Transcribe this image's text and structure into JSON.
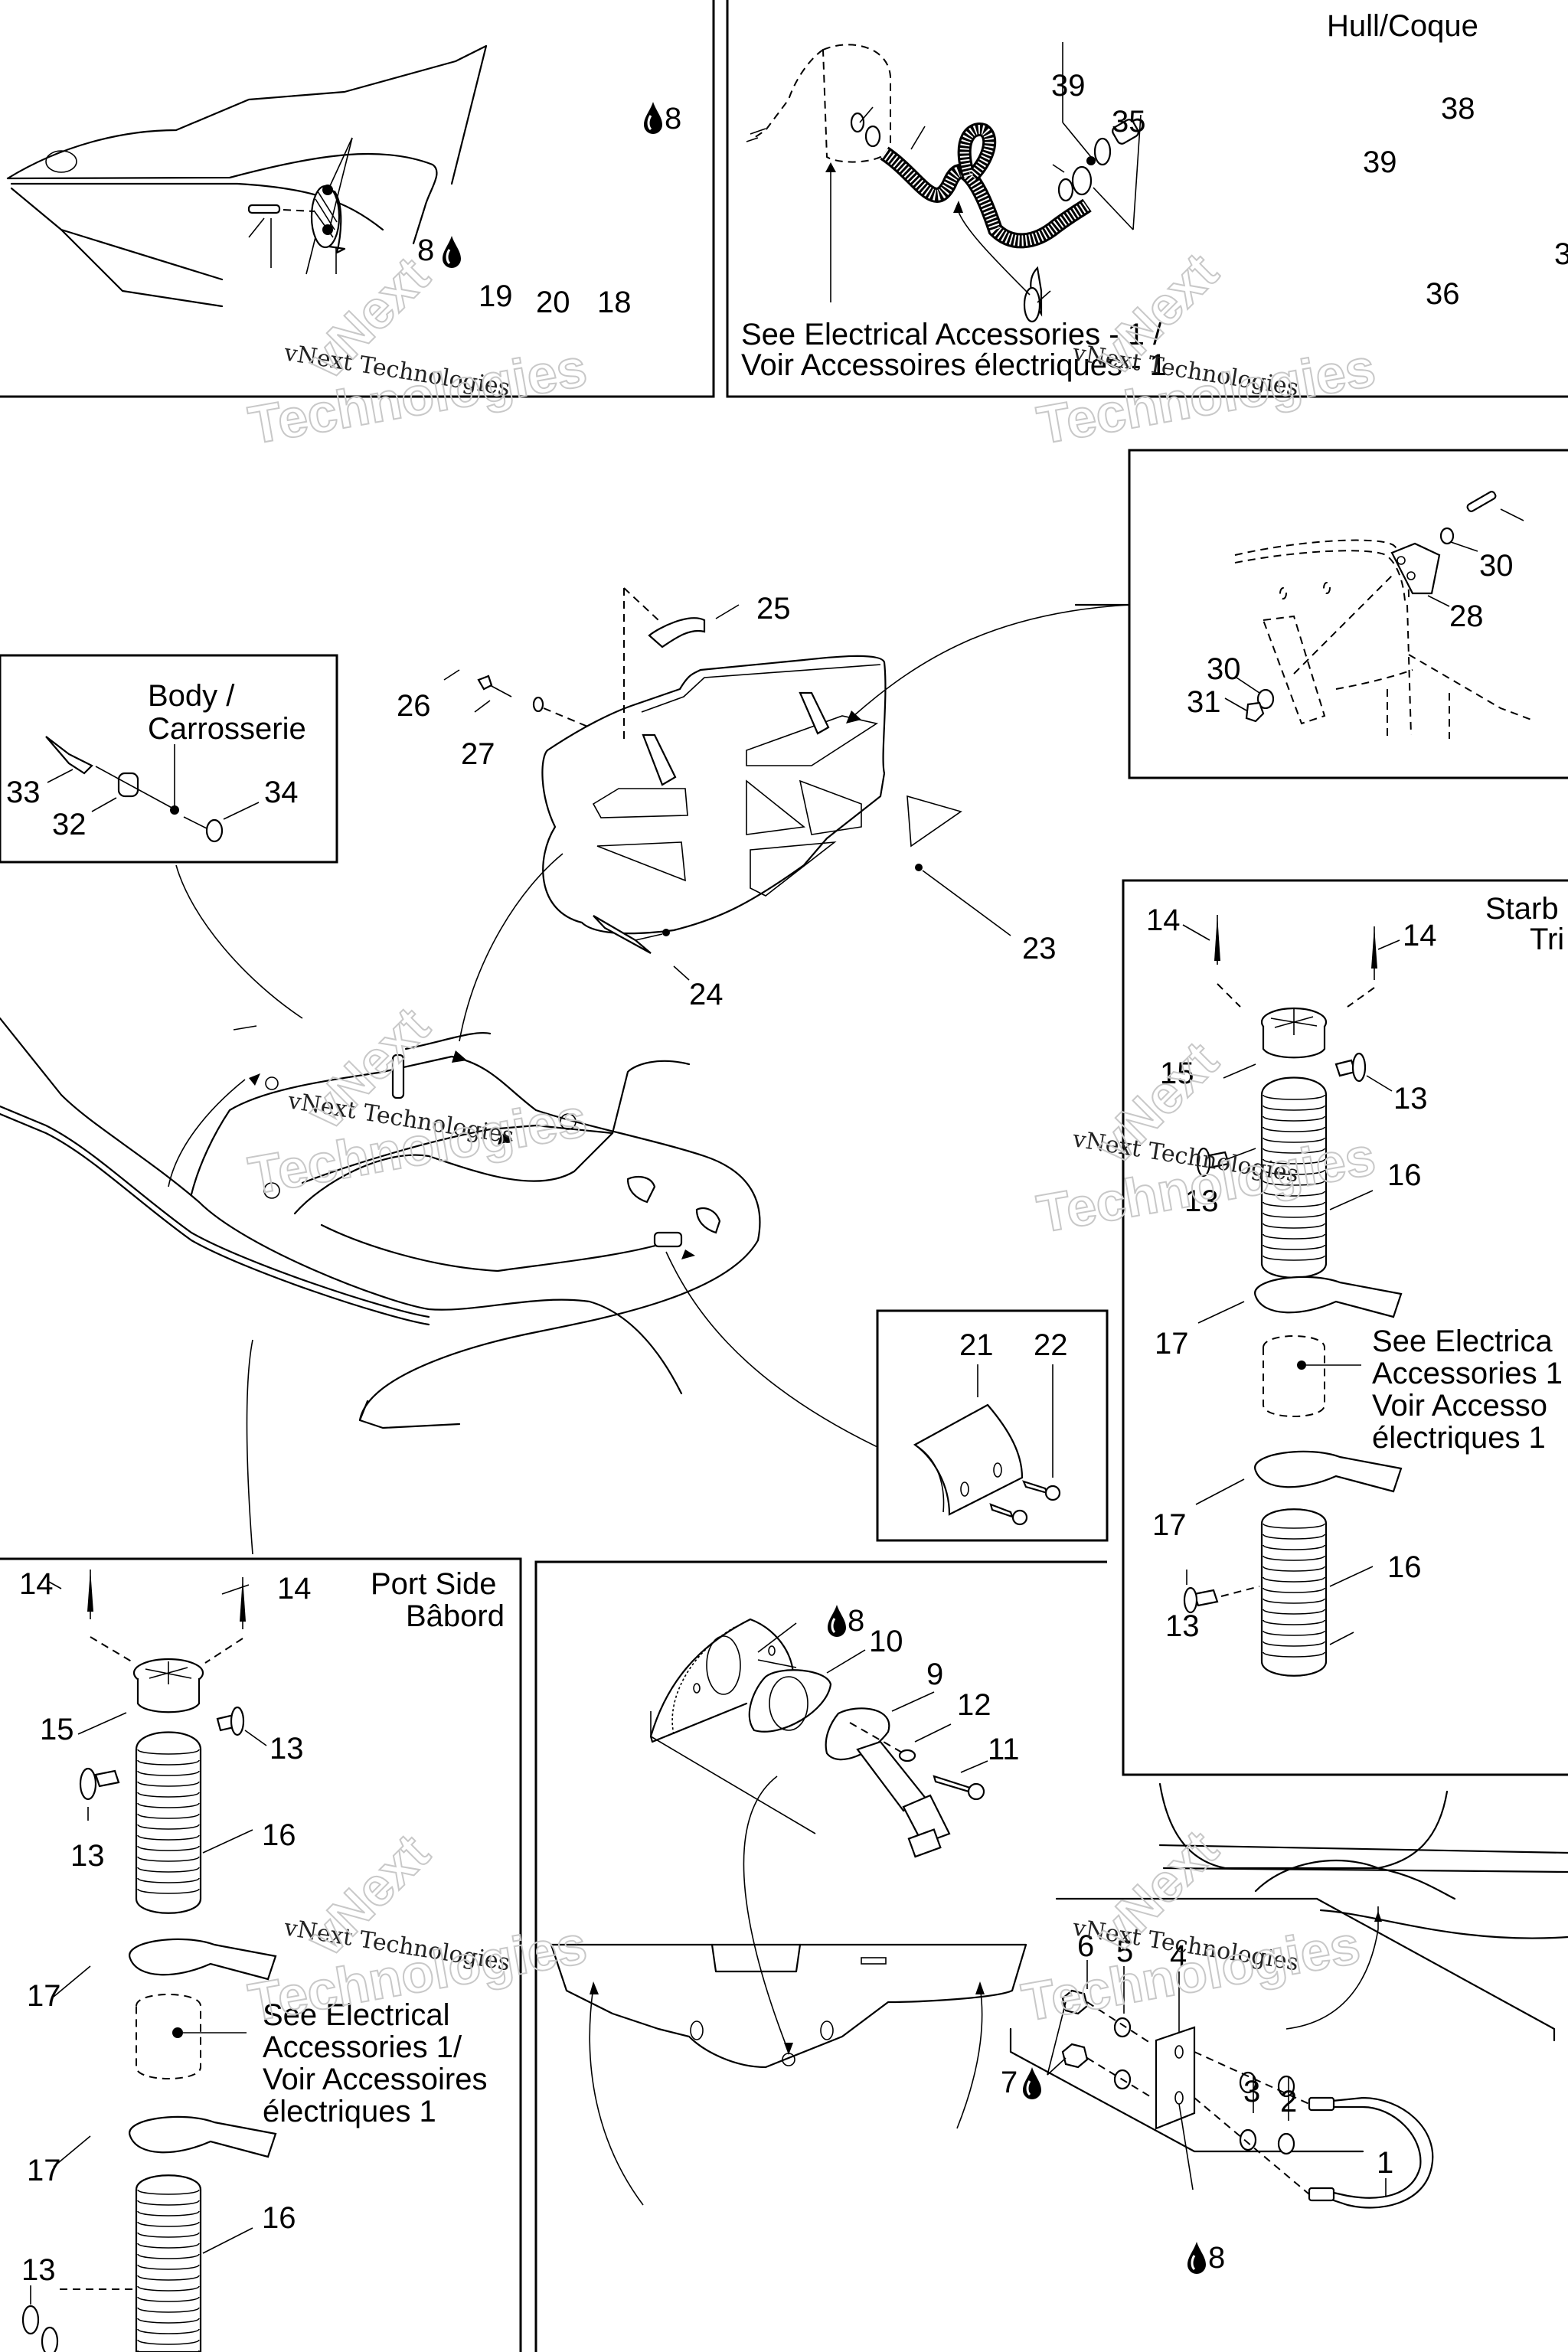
{
  "diagram": {
    "type": "exploded-parts-diagram",
    "subject": "Personal watercraft bilge / drain / accessories assembly",
    "watermark": {
      "line1": "vNext Technologies",
      "outline_top": "vNext",
      "outline_bottom": "Technologies"
    },
    "captions": {
      "hull": "Hull/Coque",
      "see_elec_top_1": "See Electrical Accessories - 1 /",
      "see_elec_top_2": "Voir Accessoires électriques - 1",
      "body_1": "Body /",
      "body_2": "Carrosserie",
      "starboard_1": "Starb",
      "starboard_2": "Tri",
      "starboard_see_1": "See Electrica",
      "starboard_see_2": "Accessories 1",
      "starboard_see_3": "Voir Accesso",
      "starboard_see_4": "électriques 1",
      "port_1": "Port Side",
      "port_2": "Bâbord",
      "port_see_1": "See Electrical",
      "port_see_2": "Accessories 1/",
      "port_see_3": "Voir Accessoires",
      "port_see_4": "électriques 1"
    },
    "sealant_icon": "sealant-drop-icon",
    "panels": [
      {
        "id": "bow-eye",
        "callouts": [
          "8",
          "8",
          "19",
          "20",
          "18"
        ]
      },
      {
        "id": "bilge-pump",
        "callouts": [
          "39",
          "35",
          "38",
          "39",
          "36",
          "3"
        ]
      },
      {
        "id": "trim-bracket",
        "callouts": [
          "30",
          "28",
          "30",
          "31"
        ]
      },
      {
        "id": "body-mount",
        "callouts": [
          "33",
          "32",
          "34"
        ]
      },
      {
        "id": "platform-mat",
        "callouts": [
          "25",
          "26",
          "27",
          "23",
          "24"
        ]
      },
      {
        "id": "starboard-vent",
        "callouts": [
          "14",
          "14",
          "15",
          "13",
          "13",
          "16",
          "17",
          "17",
          "16",
          "13"
        ]
      },
      {
        "id": "cover-plate",
        "callouts": [
          "21",
          "22"
        ]
      },
      {
        "id": "port-vent",
        "callouts": [
          "14",
          "14",
          "15",
          "13",
          "13",
          "16",
          "17",
          "17",
          "16",
          "13"
        ]
      },
      {
        "id": "drain-plug",
        "callouts": [
          "8",
          "10",
          "9",
          "12",
          "11"
        ]
      },
      {
        "id": "tow-eye",
        "callouts": [
          "6",
          "5",
          "4",
          "7",
          "3",
          "2",
          "1",
          "8"
        ]
      }
    ]
  }
}
